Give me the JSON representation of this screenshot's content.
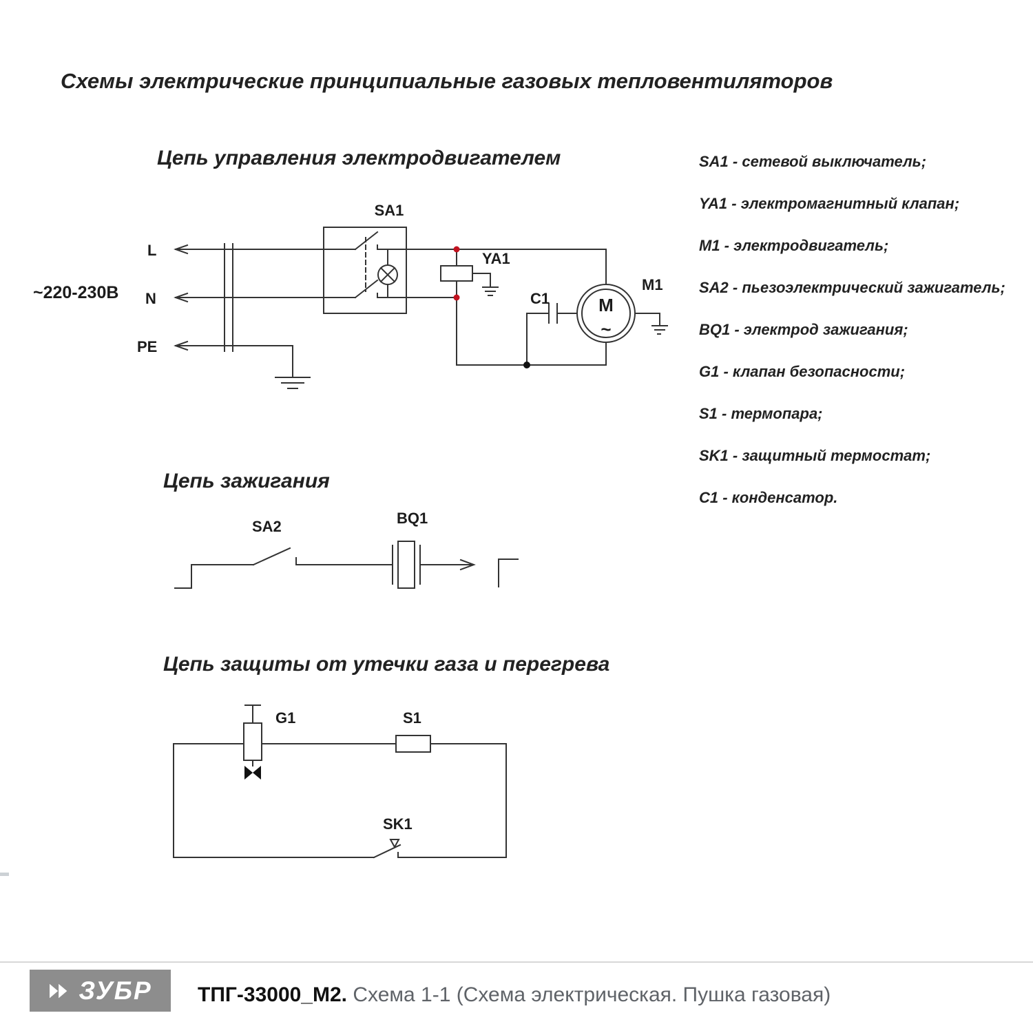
{
  "page_title": "Схемы электрические принципиальные газовых тепловентиляторов",
  "colors": {
    "line": "#333333",
    "junction_red": "#c1121f",
    "junction_black": "#111111",
    "footer_box_gray": "#8d8d8d",
    "caption_gray": "#5f6368"
  },
  "control_circuit": {
    "title": "Цепь управления электродвигателем",
    "voltage_label": "~220-230В",
    "terminal_l": "L",
    "terminal_n": "N",
    "terminal_pe": "PE",
    "switch_label": "SA1",
    "valve_label": "YA1",
    "capacitor_label": "C1",
    "motor_label": "M1",
    "motor_letter": "M",
    "motor_phase": "~"
  },
  "ignition_circuit": {
    "title": "Цепь зажигания",
    "switch_label": "SA2",
    "electrode_label": "BQ1"
  },
  "protection_circuit": {
    "title": "Цепь защиты от утечки газа и перегрева",
    "valve_label": "G1",
    "thermocouple_label": "S1",
    "thermostat_label": "SK1"
  },
  "legend": {
    "items": [
      "SA1 - сетевой выключатель;",
      "YA1 - электромагнитный клапан;",
      "M1 - электродвигатель;",
      "SA2 - пьезоэлектрический зажигатель;",
      "BQ1 - электрод зажигания;",
      "G1 - клапан безопасности;",
      "S1 - термопара;",
      "SK1 - защитный термостат;",
      "C1 - конденсатор."
    ]
  },
  "footer": {
    "brand": "ЗУБР",
    "model": "ТПГ-33000_М2.",
    "caption": "Схема 1-1 (Схема электрическая. Пушка газовая)"
  }
}
